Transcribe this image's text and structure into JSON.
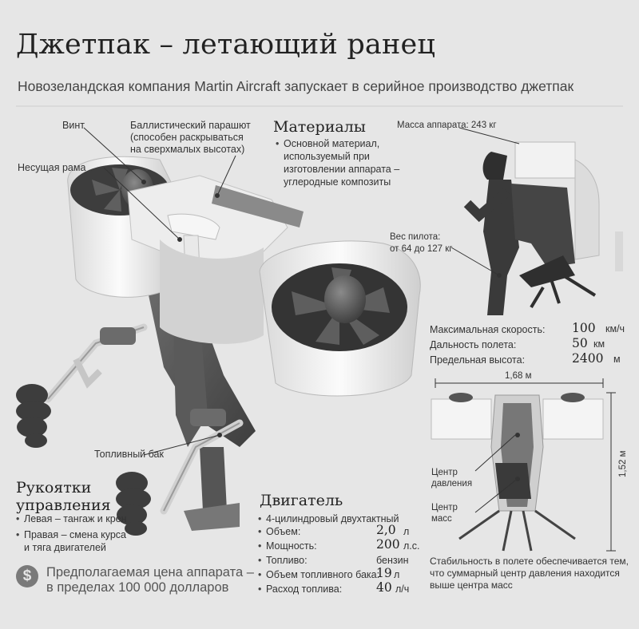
{
  "title": "Джетпак – летающий ранец",
  "subtitle": "Новозеландская компания Martin Aircraft запускает в серийное производство джетпак",
  "callouts": {
    "vint": "Винт",
    "parachute": [
      "Баллистический парашют",
      "(способен раскрываться",
      "на сверхмалых высотах)"
    ],
    "frame": "Несущая рама",
    "fuel_tank": "Топливный бак"
  },
  "materials": {
    "heading": "Материалы",
    "text": [
      "Основной материал,",
      "используемый при",
      "изготовлении аппарата –",
      "углеродные композиты"
    ]
  },
  "controls": {
    "heading": [
      "Рукоятки",
      "управления"
    ],
    "items": [
      [
        "Левая – тангаж и крен"
      ],
      [
        "Правая – смена курса",
        "и тяга двигателей"
      ]
    ]
  },
  "price": [
    "Предполагаемая цена аппарата –",
    "в пределах 100 000 долларов"
  ],
  "engine": {
    "heading": "Двигатель",
    "type": "4-цилиндровый двухтактный",
    "rows": [
      {
        "k": "Объем:",
        "v": "2,0",
        "u": "л"
      },
      {
        "k": "Мощность:",
        "v": "200",
        "u": "л.с."
      },
      {
        "k": "Топливо:",
        "v": "бензин",
        "u": ""
      },
      {
        "k": "Объем топливного бака:",
        "v": "19",
        "u": "л"
      },
      {
        "k": "Расход топлива:",
        "v": "40",
        "u": "л/ч"
      }
    ]
  },
  "pilot": {
    "mass": "Масса аппарата: 243 кг",
    "weight": [
      "Вес пилота:",
      "от 64 до 127 кг"
    ]
  },
  "performance": [
    {
      "k": "Максимальная скорость:",
      "v": "100",
      "u": "км/ч"
    },
    {
      "k": "Дальность полета:",
      "v": "50",
      "u": "км"
    },
    {
      "k": "Предельная высота:",
      "v": "2400",
      "u": "м"
    }
  ],
  "dimensions": {
    "width": "1,68 м",
    "height": "1,52 м"
  },
  "front_labels": {
    "pressure": [
      "Центр",
      "давления"
    ],
    "mass": [
      "Центр",
      "масс"
    ]
  },
  "stability": [
    "Стабильность в полете обеспечивается тем,",
    "что суммарный центр давления находится",
    "выше центра масс"
  ],
  "colors": {
    "background": "#e6e6e6",
    "text": "#2a2a2a",
    "body_white": "#f4f4f4",
    "dark_part": "#4a4a4a"
  }
}
